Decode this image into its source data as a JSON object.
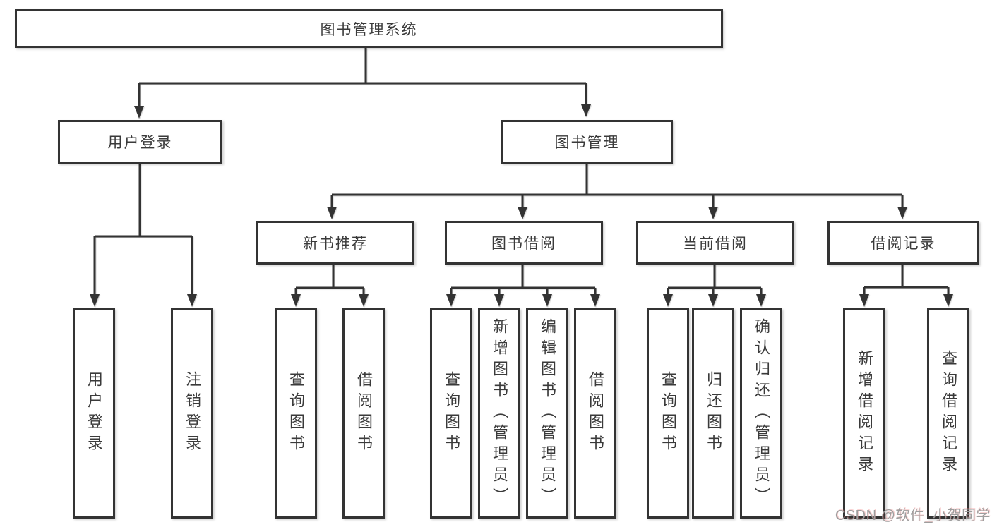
{
  "colors": {
    "background": "#ffffff",
    "line": "#333333",
    "box-fill": "#ffffff",
    "text": "#3a3a3a",
    "watermark": "#9e9e9e"
  },
  "tree": {
    "label": "图书管理系统",
    "children": [
      {
        "label": "用户登录",
        "children": [
          {
            "label": "用户登录"
          },
          {
            "label": "注销登录"
          }
        ]
      },
      {
        "label": "图书管理",
        "children": [
          {
            "label": "新书推荐",
            "children": [
              {
                "label": "查询图书"
              },
              {
                "label": "借阅图书"
              }
            ]
          },
          {
            "label": "图书借阅",
            "children": [
              {
                "label": "查询图书"
              },
              {
                "label": "新增图书（管理员）"
              },
              {
                "label": "编辑图书（管理员）"
              },
              {
                "label": "借阅图书"
              }
            ]
          },
          {
            "label": "当前借阅",
            "children": [
              {
                "label": "查询图书"
              },
              {
                "label": "归还图书"
              },
              {
                "label": "确认归还（管理员）"
              }
            ]
          },
          {
            "label": "借阅记录",
            "children": [
              {
                "label": "新增借阅记录"
              },
              {
                "label": "查询借阅记录"
              }
            ]
          }
        ]
      }
    ]
  },
  "watermark": {
    "text": "CSDN @软件_小贺同学"
  }
}
